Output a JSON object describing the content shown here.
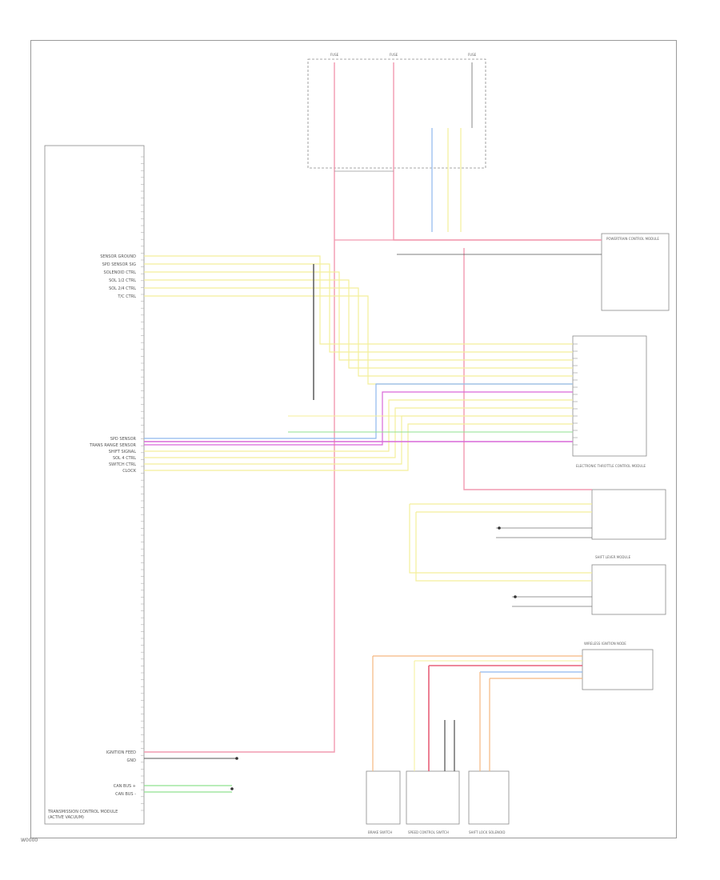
{
  "footer_code": "W0000",
  "tcm": {
    "name_lines": [
      "TRANSMISSION CONTROL MODULE",
      "(ACTIVE VACUUM)"
    ]
  },
  "wire_colors": {
    "red": "#f29ab0",
    "pink_dark": "#e8607a",
    "yellow": "#f4ef9a",
    "green": "#8fe28f",
    "blue": "#8fb8ee",
    "magenta": "#d968d9",
    "orange": "#f5b880",
    "gray": "#555555"
  },
  "components": {
    "pcm": "POWERTRAIN CONTROL MODULE",
    "ecm": "ELECTRONIC THROTTLE CONTROL MODULE",
    "shift_lever": "SHIFT LEVER MODULE",
    "wireless": "WIRELESS IGNITION NODE",
    "brake_switch": "BRAKE SWITCH",
    "speed_control": "SPEED CONTROL SWITCH",
    "shift_lock": "SHIFT LOCK SOLENOID",
    "fuse_top_1": "FUSE",
    "fuse_top_2": "FUSE",
    "fuse_top_3": "FUSE"
  },
  "left_pin_labels_top": [
    "SENSOR GROUND",
    "SPD SENSOR SIG",
    "SOLENOID CTRL",
    "SOL 1/2 CTRL",
    "SOL 2/4 CTRL",
    "T/C CTRL"
  ],
  "left_pin_labels_mid": [
    "SPD SENSOR",
    "TRANS RANGE SENSOR",
    "SHIFT SIGNAL",
    "SOL 4 CTRL",
    "SWITCH CTRL",
    "CLOCK"
  ],
  "left_pin_labels_bottom": [
    "IGNITION FEED",
    "GND",
    "CAN BUS +",
    "CAN BUS -"
  ]
}
